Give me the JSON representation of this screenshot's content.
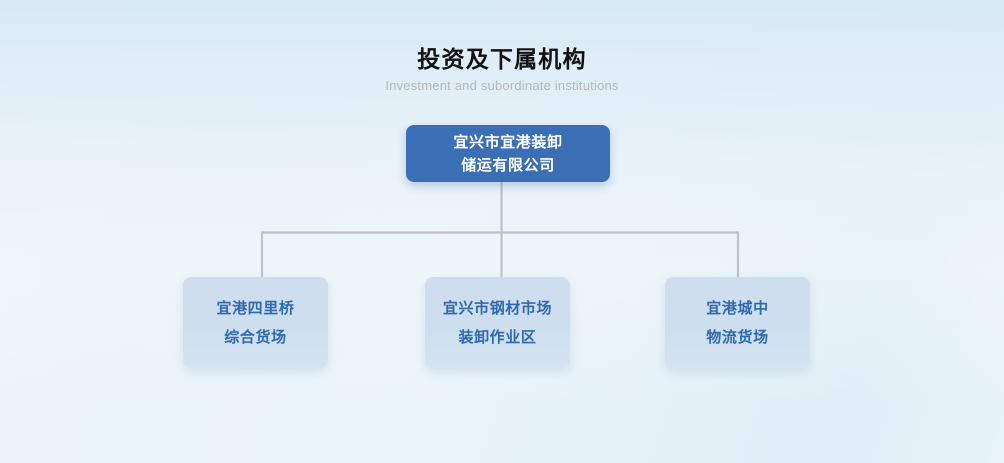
{
  "heading": {
    "title": "投资及下属机构",
    "subtitle": "Investment and subordinate institutions"
  },
  "chart_data": {
    "type": "diagram",
    "diagram_type": "organization-chart",
    "title": "投资及下属机构",
    "subtitle": "Investment and subordinate institutions",
    "orientation": "top-down",
    "levels": 2,
    "nodes": [
      {
        "id": "root",
        "level": 0,
        "lines": [
          "宜兴市宜港装卸",
          "储运有限公司"
        ],
        "text": "宜兴市宜港装卸储运有限公司",
        "fill": "#3a6eb5",
        "text_color": "#ffffff"
      },
      {
        "id": "child-0",
        "level": 1,
        "parent": "root",
        "lines": [
          "宜港四里桥",
          "综合货场"
        ],
        "text": "宜港四里桥综合货场",
        "fill": "#cddeee",
        "text_color": "#2e6ab0"
      },
      {
        "id": "child-1",
        "level": 1,
        "parent": "root",
        "lines": [
          "宜兴市钢材市场",
          "装卸作业区"
        ],
        "text": "宜兴市钢材市场装卸作业区",
        "fill": "#cddeee",
        "text_color": "#2e6ab0"
      },
      {
        "id": "child-2",
        "level": 1,
        "parent": "root",
        "lines": [
          "宜港城中",
          "物流货场"
        ],
        "text": "宜港城中物流货场",
        "fill": "#cddeee",
        "text_color": "#2e6ab0"
      }
    ],
    "edges": [
      {
        "from": "root",
        "to": "child-0",
        "style": "elbow"
      },
      {
        "from": "root",
        "to": "child-1",
        "style": "straight"
      },
      {
        "from": "root",
        "to": "child-2",
        "style": "elbow"
      }
    ],
    "connector_color": "#bfc2c5",
    "background_colors": [
      "#e9f3fa",
      "#dfeef7",
      "#ffffff"
    ]
  }
}
